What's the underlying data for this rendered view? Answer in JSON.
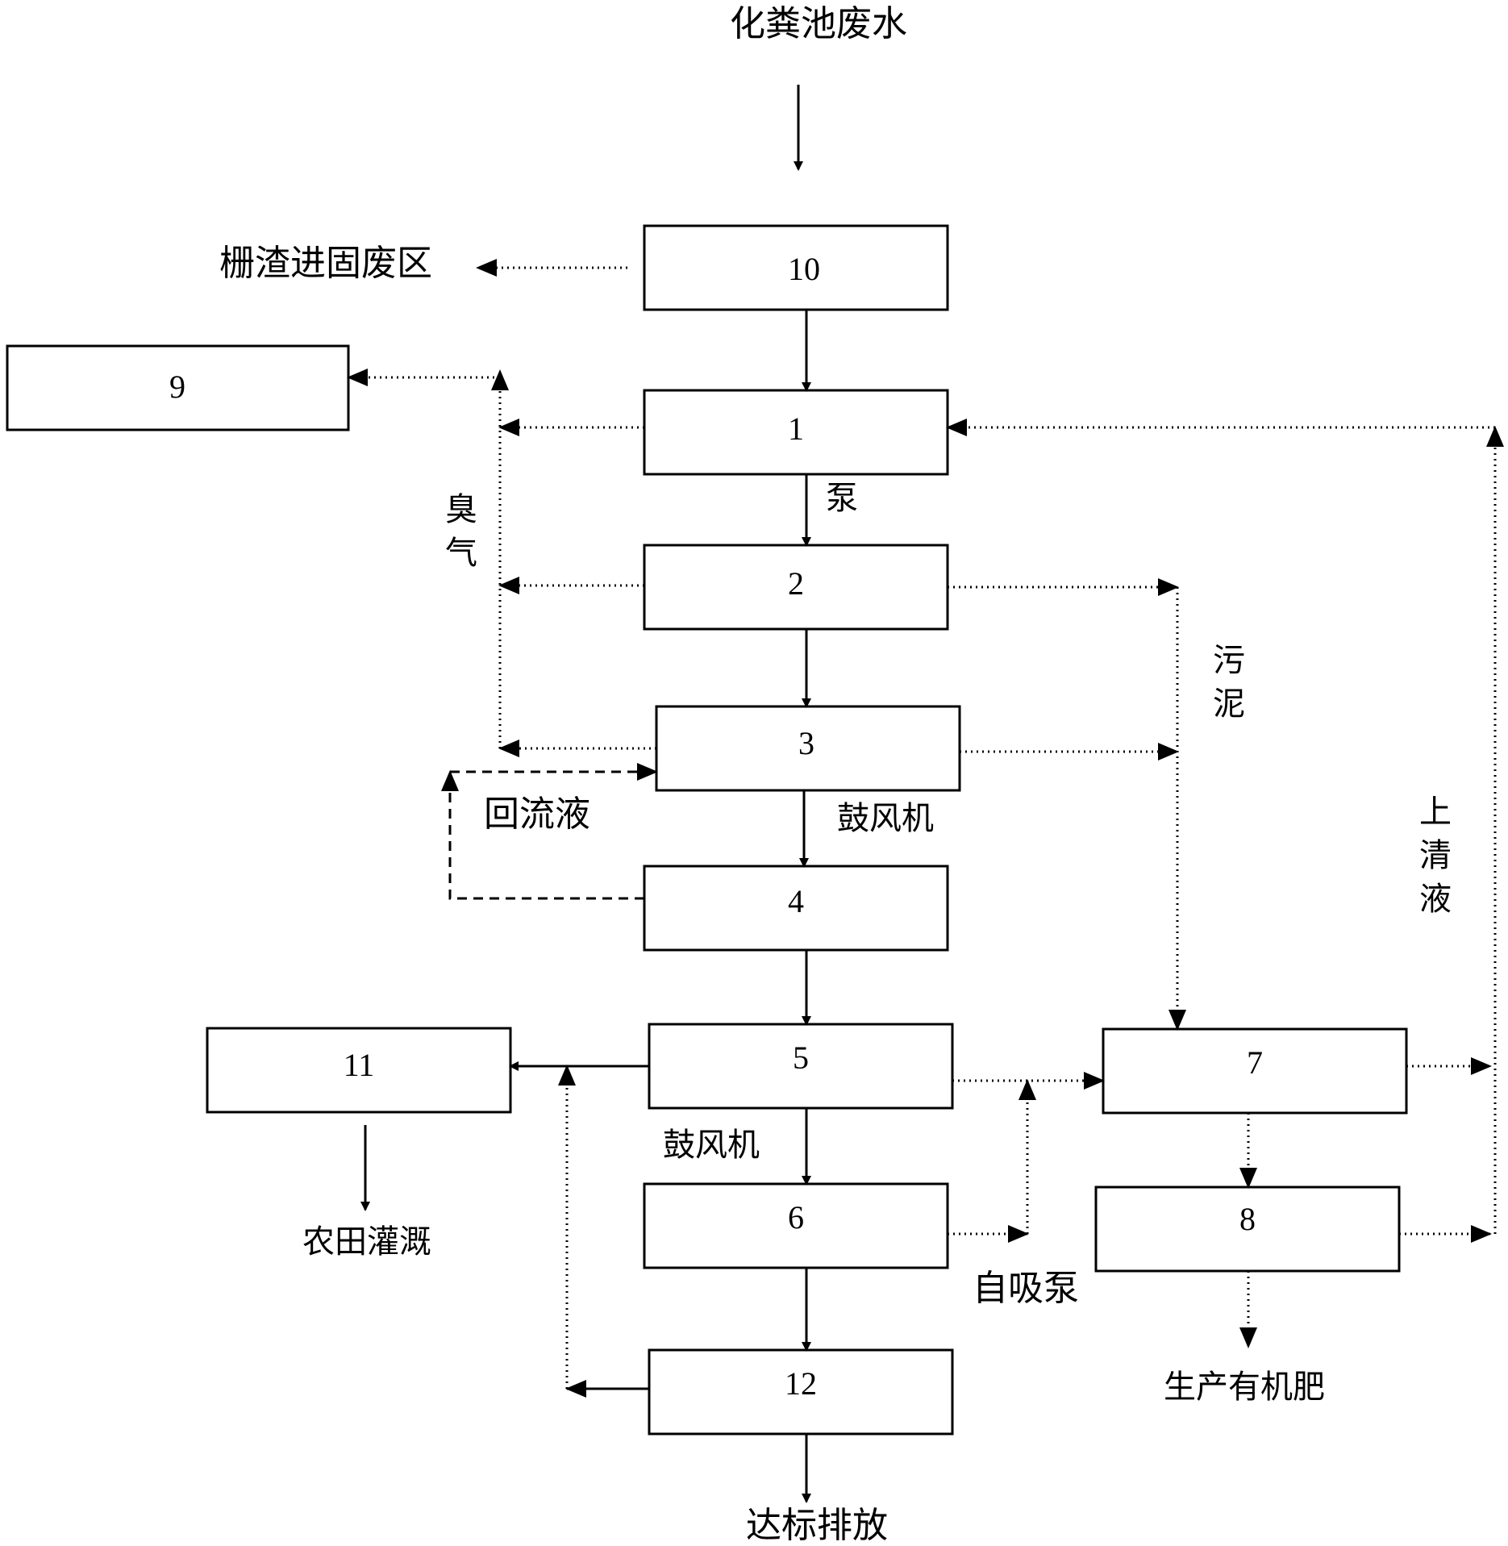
{
  "diagram": {
    "nodes": [
      {
        "id": "n10",
        "label": "10"
      },
      {
        "id": "n9",
        "label": "9"
      },
      {
        "id": "n1",
        "label": "1"
      },
      {
        "id": "n2",
        "label": "2"
      },
      {
        "id": "n3",
        "label": "3"
      },
      {
        "id": "n4",
        "label": "4"
      },
      {
        "id": "n11",
        "label": "11"
      },
      {
        "id": "n5",
        "label": "5"
      },
      {
        "id": "n7",
        "label": "7"
      },
      {
        "id": "n6",
        "label": "6"
      },
      {
        "id": "n8",
        "label": "8"
      },
      {
        "id": "n12",
        "label": "12"
      }
    ],
    "labels": {
      "input": "化粪池废水",
      "screenings": "栅渣进固废区",
      "pump": "泵",
      "odor": "臭气",
      "sludge": "污泥",
      "return_liquid": "回流液",
      "blower_1": "鼓风机",
      "supernatant": "上清液",
      "blower_2": "鼓风机",
      "self_priming_pump": "自吸泵",
      "irrigation": "农田灌溉",
      "fertilizer": "生产有机肥",
      "discharge": "达标排放"
    },
    "edges": [
      {
        "from": "input",
        "to": "n10",
        "style": "solid"
      },
      {
        "from": "n10",
        "to": "screenings",
        "style": "dotted"
      },
      {
        "from": "n10",
        "to": "n1",
        "style": "solid"
      },
      {
        "from": "n1",
        "to": "n2",
        "style": "solid",
        "label": "泵"
      },
      {
        "from": "n2",
        "to": "n3",
        "style": "solid"
      },
      {
        "from": "n3",
        "to": "n4",
        "style": "solid",
        "label": "鼓风机"
      },
      {
        "from": "n4",
        "to": "n5",
        "style": "solid"
      },
      {
        "from": "n5",
        "to": "n6",
        "style": "solid",
        "label": "鼓风机"
      },
      {
        "from": "n6",
        "to": "n12",
        "style": "solid"
      },
      {
        "from": "n12",
        "to": "discharge",
        "style": "solid"
      },
      {
        "from": "n5",
        "to": "n11",
        "style": "solid"
      },
      {
        "from": "n12",
        "to": "n11",
        "style": "dotted"
      },
      {
        "from": "n11",
        "to": "irrigation",
        "style": "solid"
      },
      {
        "from": "n1",
        "to": "n9",
        "style": "dotted",
        "label": "臭气"
      },
      {
        "from": "n2",
        "to": "n9",
        "style": "dotted",
        "label": "臭气"
      },
      {
        "from": "n3",
        "to": "n9",
        "style": "dotted",
        "label": "臭气"
      },
      {
        "from": "n4",
        "to": "n3",
        "style": "dashed",
        "label": "回流液"
      },
      {
        "from": "n2",
        "to": "n7",
        "style": "dotted",
        "label": "污泥"
      },
      {
        "from": "n3",
        "to": "n7",
        "style": "dotted",
        "label": "污泥"
      },
      {
        "from": "n5",
        "to": "n7",
        "style": "dotted"
      },
      {
        "from": "n6",
        "to": "n7",
        "style": "dotted",
        "label": "自吸泵"
      },
      {
        "from": "n7",
        "to": "n8",
        "style": "dotted"
      },
      {
        "from": "n8",
        "to": "fertilizer",
        "style": "dotted"
      },
      {
        "from": "n7",
        "to": "n1",
        "style": "dotted",
        "label": "上清液"
      },
      {
        "from": "n8",
        "to": "n1",
        "style": "dotted",
        "label": "上清液"
      }
    ]
  }
}
